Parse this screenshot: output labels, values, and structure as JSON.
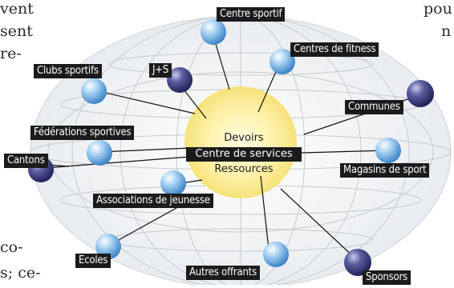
{
  "page_text": {
    "top_left_1": "vent",
    "top_left_2": "sent",
    "top_left_3": "re-",
    "bottom_left_1": "co-",
    "bottom_left_2": "s; ce-",
    "top_right_1": "pou",
    "top_right_2": "n"
  },
  "diagram": {
    "center": {
      "line1": "Devoirs",
      "line2": "Centre de services",
      "line3": "Ressources"
    },
    "labels": {
      "centre_sportif": "Centre sportif",
      "centres_fitness": "Centres de fitness",
      "clubs_sportifs": "Clubs sportifs",
      "js": "J+S",
      "communes": "Communes",
      "federations": "Fédérations sportives",
      "cantons": "Cantons",
      "magasins": "Magasins de sport",
      "associations": "Associations de jeunesse",
      "ecoles": "Ecoles",
      "autres": "Autres offrants",
      "sponsors": "Sponsors"
    },
    "colors": {
      "light_sphere": "#7fb6e6",
      "dark_sphere": "#3a3d7a",
      "core": "#fff3b0",
      "label_bg": "#1b1b1b"
    }
  }
}
